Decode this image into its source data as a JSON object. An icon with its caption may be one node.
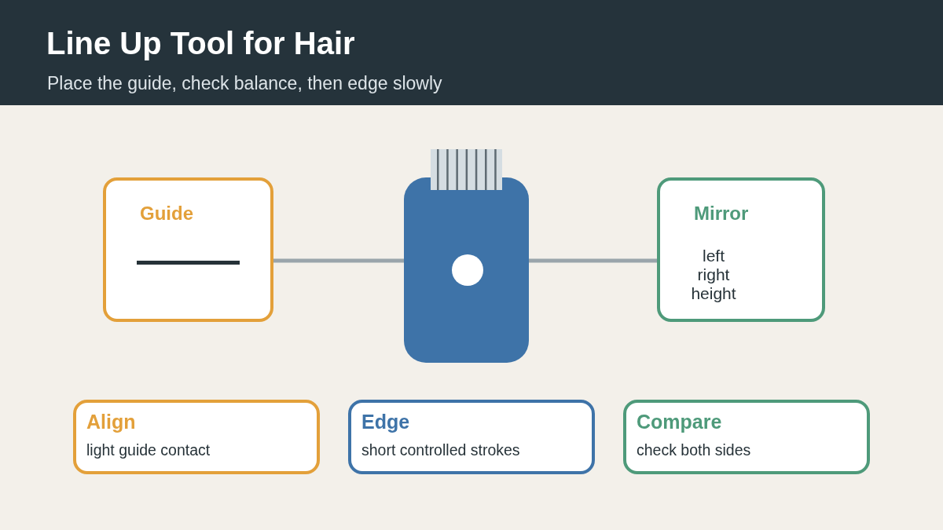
{
  "diagram": {
    "title": "Line Up Tool for Hair",
    "nodes": [
      {
        "text": [
          "Guide"
        ]
      },
      {
        "text": [],
        "shape": "picture"
      },
      {
        "text": [
          "Mirror",
          "left right height"
        ]
      },
      {
        "text": [
          "Align",
          "light guide contact"
        ]
      },
      {
        "text": [
          "Edge",
          "short controlled strokes"
        ]
      },
      {
        "text": [
          "Compare",
          "check both sides"
        ]
      }
    ],
    "edges": [
      {
        "from": 0,
        "to": 1,
        "arrow": "none"
      },
      {
        "from": 1,
        "to": 2,
        "arrow": "none"
      }
    ],
    "labels": [
      "Place the guide, check balance, then edge slowly"
    ]
  }
}
